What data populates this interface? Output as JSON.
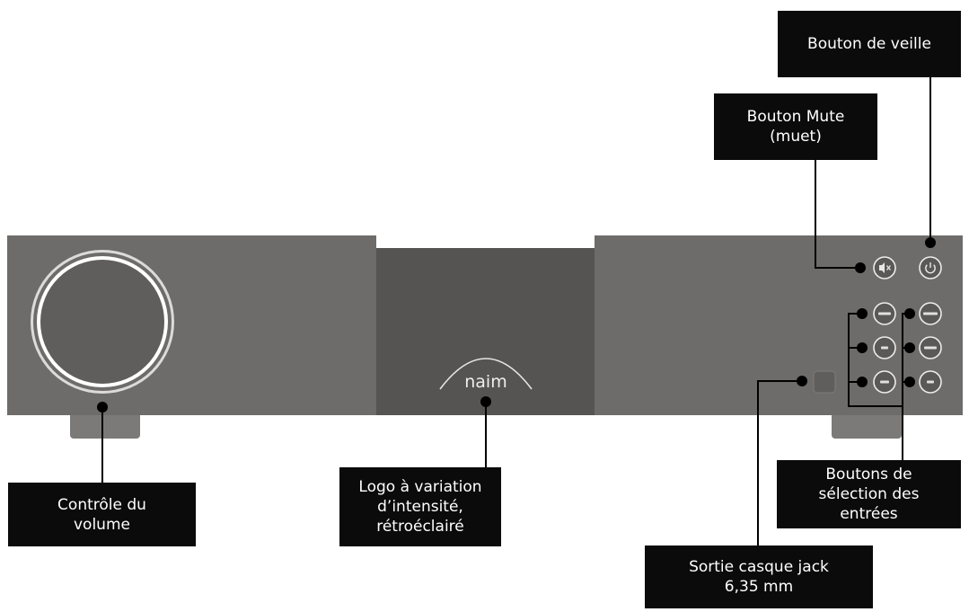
{
  "device": {
    "logo_text": "naim",
    "colors": {
      "panel": "#6d6c6a",
      "panel_dark": "#555453",
      "feet": "#7b7a78",
      "button": "#5a5958",
      "label_bg": "#0b0b0b",
      "label_text": "#ffffff",
      "leader": "#000000"
    },
    "button_icons": {
      "mute": "speaker-mute-icon",
      "standby": "power-icon"
    }
  },
  "labels": {
    "standby": [
      "Bouton de veille"
    ],
    "mute": [
      "Bouton Mute",
      "(muet)"
    ],
    "volume": [
      "Contrôle du",
      "volume"
    ],
    "logo": [
      "Logo à variation",
      "d’intensité,",
      "rétroéclairé"
    ],
    "inputs": [
      "Boutons de",
      "sélection des",
      "entrées"
    ],
    "headphone": [
      "Sortie casque jack",
      "6,35 mm"
    ]
  }
}
